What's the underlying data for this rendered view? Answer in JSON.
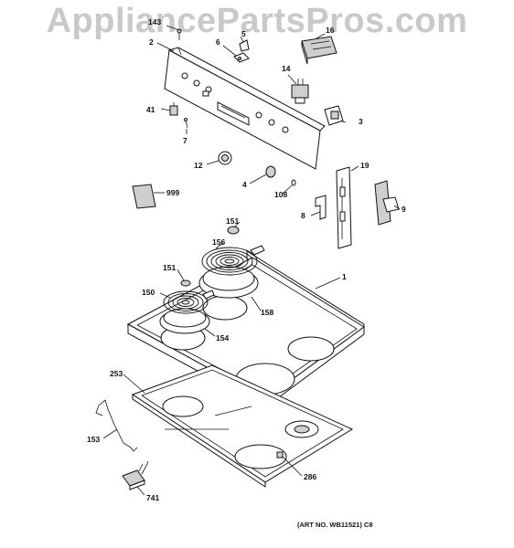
{
  "watermark": "AppliancePartsPros.com",
  "art_number": "(ART NO. WB11521) C8",
  "callouts": {
    "c143": "143",
    "c2": "2",
    "c6": "6",
    "c5": "5",
    "c16": "16",
    "c14": "14",
    "c41": "41",
    "c7": "7",
    "c3": "3",
    "c12": "12",
    "c4": "4",
    "c108": "108",
    "c19": "19",
    "c999": "999",
    "c8": "8",
    "c9": "9",
    "c151a": "151",
    "c156": "156",
    "c151b": "151",
    "c1": "1",
    "c150": "150",
    "c158": "158",
    "c154": "154",
    "c253": "253",
    "c153": "153",
    "c286": "286",
    "c741": "741"
  }
}
